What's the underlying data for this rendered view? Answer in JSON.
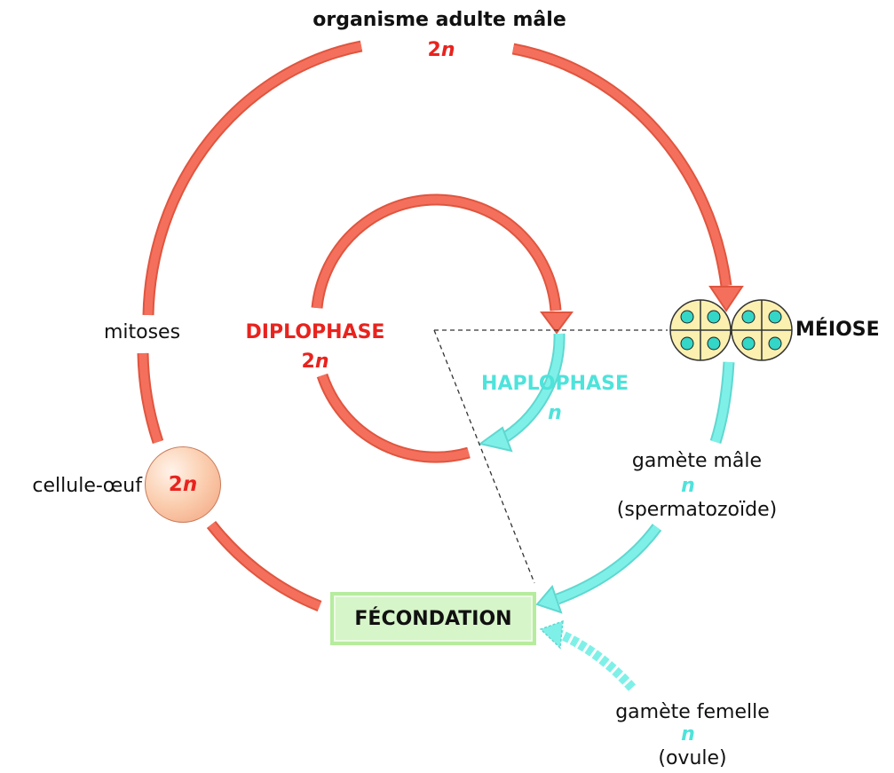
{
  "labels": {
    "adult": "organisme adulte mâle",
    "adult_ploidy_num": "2",
    "adult_ploidy_var": "n",
    "mitoses": "mitoses",
    "diplophase": "DIPLOPHASE",
    "diplo_ploidy_num": "2",
    "diplo_ploidy_var": "n",
    "haplophase": "HAPLOPHASE",
    "haplo_ploidy": "n",
    "meiose": "MÉIOSE",
    "male_gamete": "gamète mâle",
    "male_gamete_ploidy": "n",
    "male_gamete_name": "(spermatozoïde)",
    "egg_cell": "cellule-œuf",
    "egg_ploidy_num": "2",
    "egg_ploidy_var": "n",
    "fecondation": "FÉCONDATION",
    "female_gamete": "gamète femelle",
    "female_gamete_ploidy": "n",
    "female_gamete_name": "(ovule)"
  },
  "colors": {
    "diploid": "#f4705c",
    "diploid_outline": "#e0553f",
    "haploid": "#7ff0e8",
    "haploid_outline": "#5fd8d0",
    "text_red": "#e8231e",
    "text_cyan": "#4ee3db",
    "fecondation_box": "#d6f5c9",
    "cell_fill": "#fbf0b0",
    "nucleus": "#33d6c7"
  }
}
